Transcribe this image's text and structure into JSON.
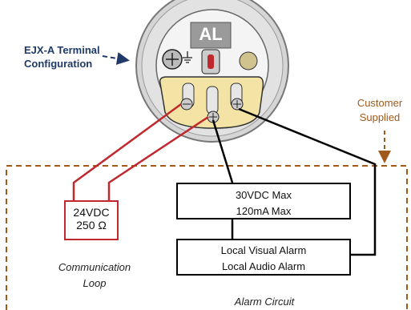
{
  "labels": {
    "title_line1": "EJX-A Terminal",
    "title_line2": "Configuration",
    "customer_line1": "Customer",
    "customer_line2": "Supplied",
    "comm_line1": "Communication",
    "comm_line2": "Loop",
    "alarm_circuit": "Alarm Circuit",
    "housing_badge": "AL"
  },
  "boxes": {
    "power_v": "24VDC",
    "power_r": "250 Ω",
    "max_v": "30VDC Max",
    "max_a": "120mA Max",
    "alarm_visual": "Local Visual Alarm",
    "alarm_audio": "Local Audio Alarm"
  },
  "colors": {
    "title": "#1f3a68",
    "customer_border": "#a05a1a",
    "loop_wire": "#c0282d",
    "alarm_wire": "#000000",
    "terminal_block": "#f3e3a4"
  }
}
